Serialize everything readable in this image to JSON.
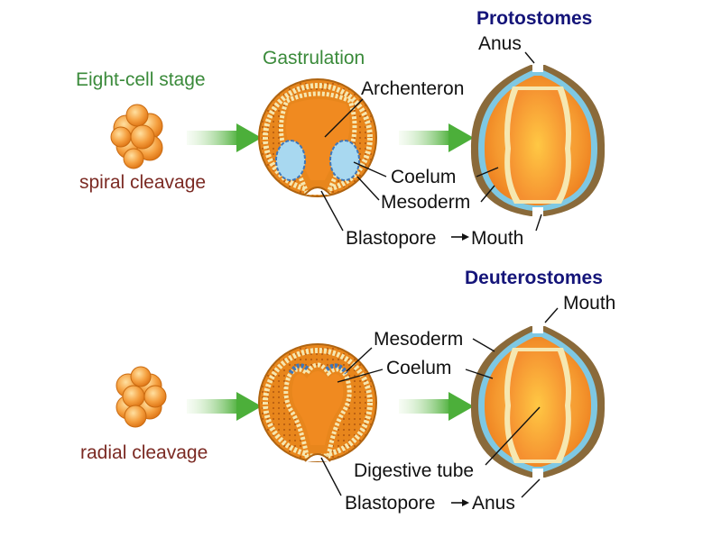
{
  "top": {
    "title": "Protostomes",
    "eight_cell_label": "Eight-cell stage",
    "cleavage_label": "spiral cleavage",
    "gastrulation_label": "Gastrulation",
    "archenteron_label": "Archenteron",
    "coelum_label": "Coelum",
    "mesoderm_label": "Mesoderm",
    "blastopore_label": "Blastopore",
    "mouth_label": "Mouth",
    "anus_label": "Anus"
  },
  "bottom": {
    "title": "Deuterostomes",
    "cleavage_label": "radial cleavage",
    "mesoderm_label": "Mesoderm",
    "coelum_label": "Coelum",
    "mouth_label": "Mouth",
    "digestive_tube_label": "Digestive tube",
    "blastopore_label": "Blastopore",
    "anus_label": "Anus"
  },
  "colors": {
    "arrow_green": "#4caf3a",
    "embryo_orange": "#f08a20",
    "mesoderm_blue": "#7ec8e3",
    "ectoderm_brown": "#8a6a3a",
    "title_blue": "#141479",
    "label_green": "#3a8a3a",
    "label_brown": "#7b2a23"
  }
}
